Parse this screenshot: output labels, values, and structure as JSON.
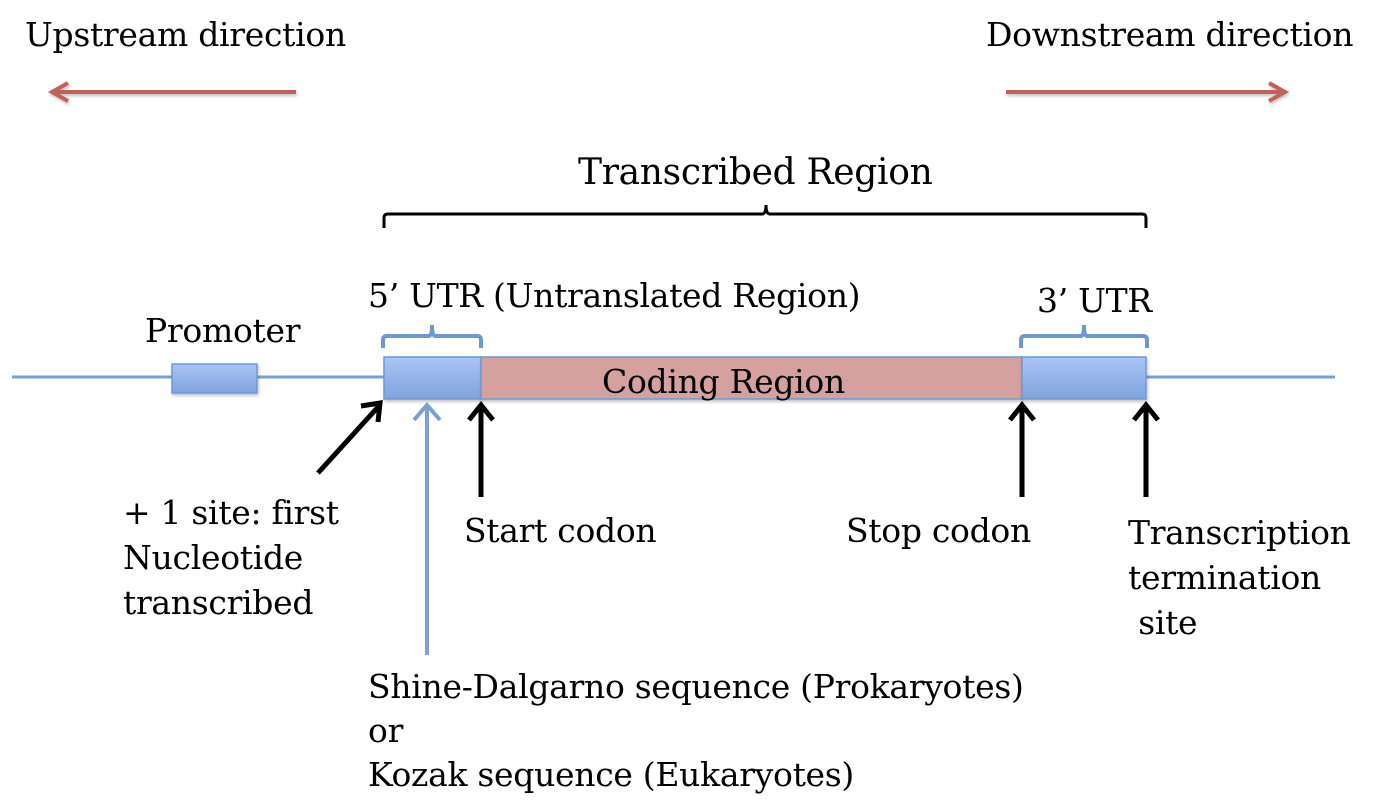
{
  "directions": {
    "upstream": "Upstream direction",
    "downstream": "Downstream direction"
  },
  "regions": {
    "transcribed": "Transcribed Region",
    "utr5": "5’ UTR (Untranslated Region)",
    "utr3": "3’ UTR",
    "promoter": "Promoter",
    "coding": "Coding Region"
  },
  "sites": {
    "plus_one": [
      "+ 1 site: first",
      "Nucleotide",
      "transcribed"
    ],
    "start_codon": "Start codon",
    "stop_codon": "Stop codon",
    "termination": [
      "Transcription",
      "termination",
      " site"
    ],
    "sequence": [
      "Shine-Dalgarno sequence (Prokaryotes)",
      "or",
      "Kozak sequence (Eukaryotes)"
    ]
  },
  "colors": {
    "direction_arrow": "#c0625c",
    "dna_line": "#7aa0d4",
    "utr_box": "#93b4ea",
    "coding_box": "#d4a19f",
    "bracket_blue": "#6f98d2"
  }
}
